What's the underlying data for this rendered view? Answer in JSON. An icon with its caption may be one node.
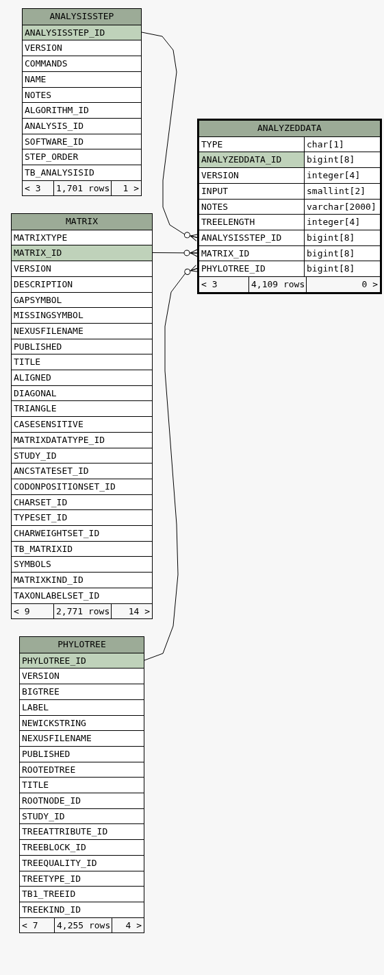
{
  "diagram": {
    "nodes": [
      {
        "text": [
          "ANALYSISSTEP"
        ]
      },
      {
        "text": [
          "ANALYSISSTEP_ID"
        ],
        "in": 0
      },
      {
        "text": [
          "VERSION"
        ],
        "in": 0
      },
      {
        "text": [
          "COMMANDS"
        ],
        "in": 0
      },
      {
        "text": [
          "NAME"
        ],
        "in": 0
      },
      {
        "text": [
          "NOTES"
        ],
        "in": 0
      },
      {
        "text": [
          "ALGORITHM_ID"
        ],
        "in": 0
      },
      {
        "text": [
          "ANALYSIS_ID"
        ],
        "in": 0
      },
      {
        "text": [
          "SOFTWARE_ID"
        ],
        "in": 0
      },
      {
        "text": [
          "STEP_ORDER"
        ],
        "in": 0
      },
      {
        "text": [
          "TB_ANALYSISID"
        ],
        "in": 0
      },
      {
        "text": [
          "< 3",
          "1,701 rows",
          "1 >"
        ],
        "in": 0
      },
      {
        "text": [
          "ANALYZEDDATA"
        ]
      },
      {
        "text": [
          "TYPE",
          "char[1]"
        ],
        "in": 12
      },
      {
        "text": [
          "ANALYZEDDATA_ID",
          "bigint[8]"
        ],
        "in": 12
      },
      {
        "text": [
          "VERSION",
          "integer[4]"
        ],
        "in": 12
      },
      {
        "text": [
          "INPUT",
          "smallint[2]"
        ],
        "in": 12
      },
      {
        "text": [
          "NOTES",
          "varchar[2000]"
        ],
        "in": 12
      },
      {
        "text": [
          "TREELENGTH",
          "integer[4]"
        ],
        "in": 12
      },
      {
        "text": [
          "ANALYSISSTEP_ID",
          "bigint[8]"
        ],
        "in": 12
      },
      {
        "text": [
          "MATRIX_ID",
          "bigint[8]"
        ],
        "in": 12
      },
      {
        "text": [
          "PHYLOTREE_ID",
          "bigint[8]"
        ],
        "in": 12
      },
      {
        "text": [
          "< 3",
          "4,109 rows",
          "0 >"
        ],
        "in": 12
      },
      {
        "text": [
          "MATRIX"
        ]
      },
      {
        "text": [
          "MATRIXTYPE"
        ],
        "in": 23
      },
      {
        "text": [
          "MATRIX_ID"
        ],
        "in": 23
      },
      {
        "text": [
          "VERSION"
        ],
        "in": 23
      },
      {
        "text": [
          "DESCRIPTION"
        ],
        "in": 23
      },
      {
        "text": [
          "GAPSYMBOL"
        ],
        "in": 23
      },
      {
        "text": [
          "MISSINGSYMBOL"
        ],
        "in": 23
      },
      {
        "text": [
          "NEXUSFILENAME"
        ],
        "in": 23
      },
      {
        "text": [
          "PUBLISHED"
        ],
        "in": 23
      },
      {
        "text": [
          "TITLE"
        ],
        "in": 23
      },
      {
        "text": [
          "ALIGNED"
        ],
        "in": 23
      },
      {
        "text": [
          "DIAGONAL"
        ],
        "in": 23
      },
      {
        "text": [
          "TRIANGLE"
        ],
        "in": 23
      },
      {
        "text": [
          "CASESENSITIVE"
        ],
        "in": 23
      },
      {
        "text": [
          "MATRIXDATATYPE_ID"
        ],
        "in": 23
      },
      {
        "text": [
          "STUDY_ID"
        ],
        "in": 23
      },
      {
        "text": [
          "ANCSTATESET_ID"
        ],
        "in": 23
      },
      {
        "text": [
          "CODONPOSITIONSET_ID"
        ],
        "in": 23
      },
      {
        "text": [
          "CHARSET_ID"
        ],
        "in": 23
      },
      {
        "text": [
          "TYPESET_ID"
        ],
        "in": 23
      },
      {
        "text": [
          "CHARWEIGHTSET_ID"
        ],
        "in": 23
      },
      {
        "text": [
          "TB_MATRIXID"
        ],
        "in": 23
      },
      {
        "text": [
          "SYMBOLS"
        ],
        "in": 23
      },
      {
        "text": [
          "MATRIXKIND_ID"
        ],
        "in": 23
      },
      {
        "text": [
          "TAXONLABELSET_ID"
        ],
        "in": 23
      },
      {
        "text": [
          "< 9",
          "2,771 rows",
          "14 >"
        ],
        "in": 23
      },
      {
        "text": [
          "PHYLOTREE"
        ]
      },
      {
        "text": [
          "PHYLOTREE_ID"
        ],
        "in": 49
      },
      {
        "text": [
          "VERSION"
        ],
        "in": 49
      },
      {
        "text": [
          "BIGTREE"
        ],
        "in": 49
      },
      {
        "text": [
          "LABEL"
        ],
        "in": 49
      },
      {
        "text": [
          "NEWICKSTRING"
        ],
        "in": 49
      },
      {
        "text": [
          "NEXUSFILENAME"
        ],
        "in": 49
      },
      {
        "text": [
          "PUBLISHED"
        ],
        "in": 49
      },
      {
        "text": [
          "ROOTEDTREE"
        ],
        "in": 49
      },
      {
        "text": [
          "TITLE"
        ],
        "in": 49
      },
      {
        "text": [
          "ROOTNODE_ID"
        ],
        "in": 49
      },
      {
        "text": [
          "STUDY_ID"
        ],
        "in": 49
      },
      {
        "text": [
          "TREEATTRIBUTE_ID"
        ],
        "in": 49
      },
      {
        "text": [
          "TREEBLOCK_ID"
        ],
        "in": 49
      },
      {
        "text": [
          "TREEQUALITY_ID"
        ],
        "in": 49
      },
      {
        "text": [
          "TREETYPE_ID"
        ],
        "in": 49
      },
      {
        "text": [
          "TB1_TREEID"
        ],
        "in": 49
      },
      {
        "text": [
          "TREEKIND_ID"
        ],
        "in": 49
      },
      {
        "text": [
          "< 7",
          "4,255 rows",
          "4 >"
        ],
        "in": 49
      }
    ],
    "edges": [
      {
        "from": 1,
        "to": 19,
        "arrow": "other"
      },
      {
        "from": 25,
        "to": 20,
        "arrow": "other"
      },
      {
        "from": 50,
        "to": 21,
        "arrow": "other"
      }
    ]
  }
}
